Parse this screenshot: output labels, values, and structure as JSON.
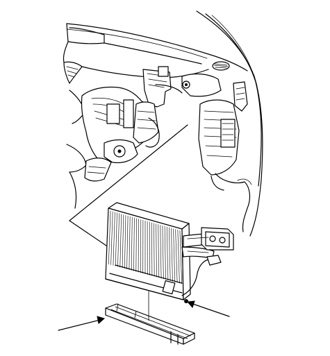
{
  "figure": {
    "kind": "exploded-view-illustration",
    "colors": {
      "ink": "#000000",
      "paper": "#ffffff"
    },
    "parts": [
      {
        "id": "dashboard",
        "icon": "dashboard-outline"
      },
      {
        "id": "heater-blower-housing",
        "icon": "hvac-housing"
      },
      {
        "id": "evaporator-core",
        "icon": "radiator-core"
      },
      {
        "id": "pipe-connector-block",
        "icon": "pipe-fitting"
      },
      {
        "id": "temperature-sensor-wire",
        "icon": "sensor-lead"
      },
      {
        "id": "drain-tray",
        "icon": "tray"
      }
    ],
    "callouts": [
      {
        "id": "arrow-tray",
        "points_to": "drain-tray"
      },
      {
        "id": "arrow-core-clip",
        "points_to": "evaporator-core"
      }
    ]
  }
}
